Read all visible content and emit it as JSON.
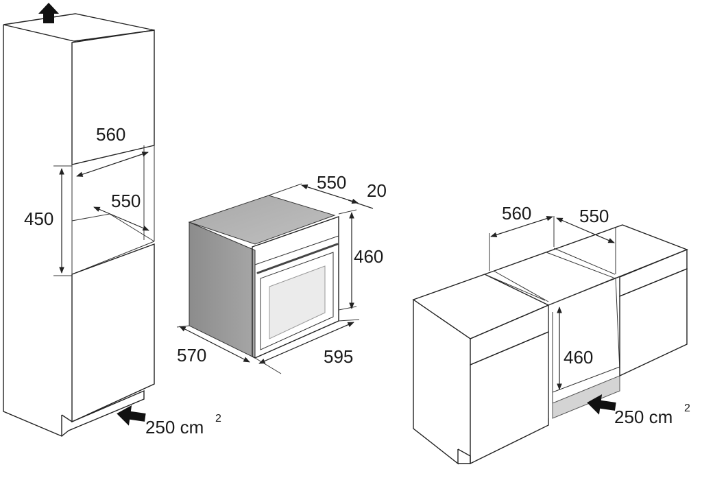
{
  "tall_unit": {
    "width_top": "560",
    "depth": "550",
    "height": "450",
    "vent": "250 cm",
    "vent_sup": "2"
  },
  "oven": {
    "depth": "550",
    "gap": "20",
    "height": "460",
    "side_depth": "570",
    "width": "595"
  },
  "base_unit": {
    "width": "560",
    "depth": "550",
    "height": "460",
    "vent": "250 cm",
    "vent_sup": "2"
  },
  "colors": {
    "panel": "#f7f7f7",
    "oven_side": "#9a9a9a",
    "oven_top": "#b3b3b3",
    "window": "#ececec",
    "vent": "#cfcfcf"
  }
}
